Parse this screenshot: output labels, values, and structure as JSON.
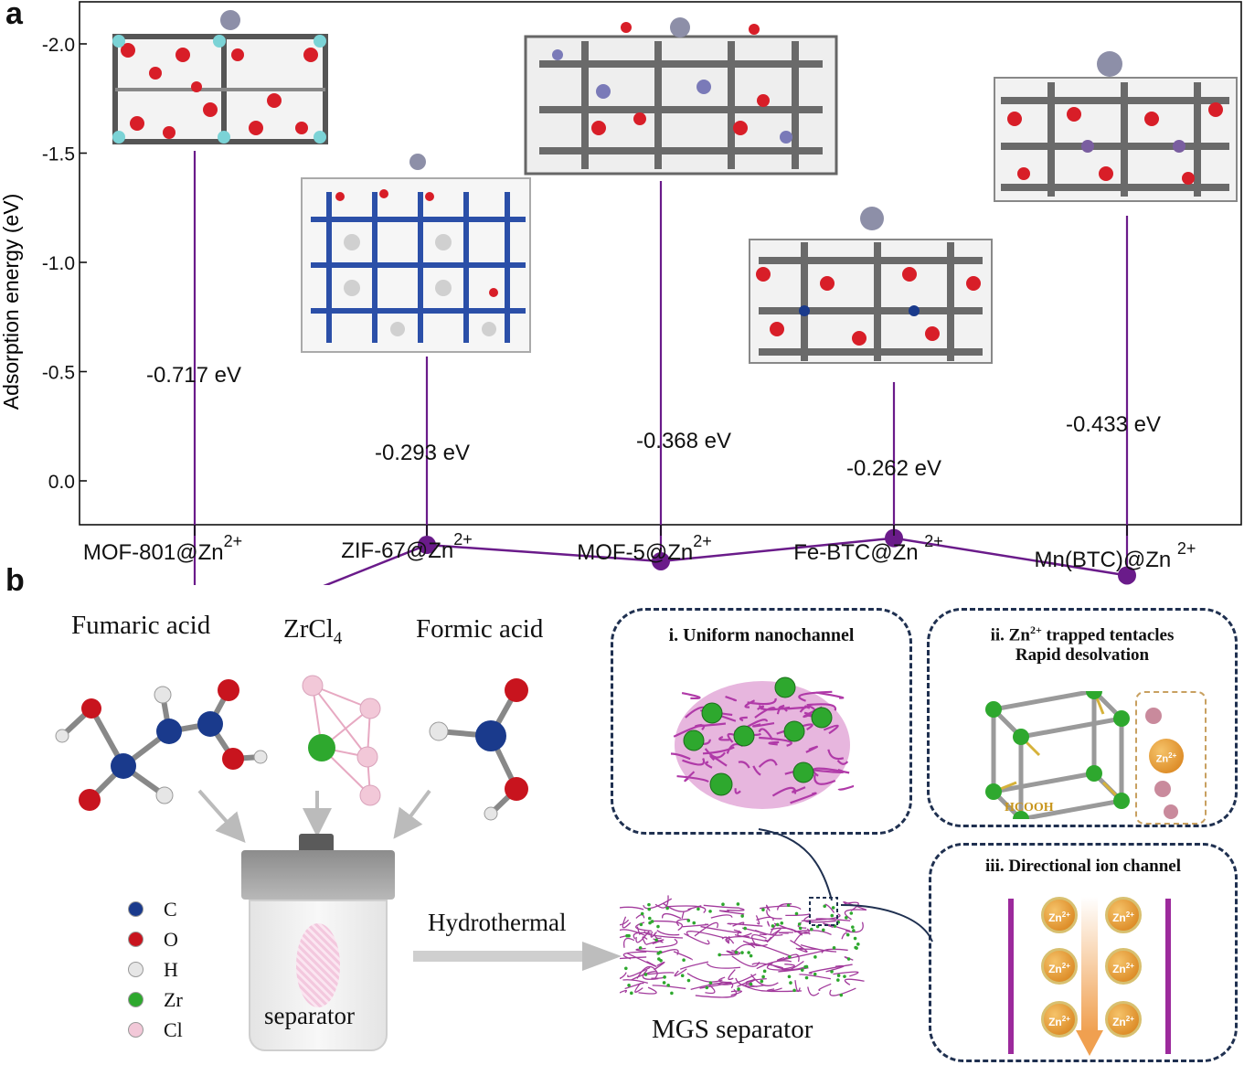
{
  "panel_a": {
    "label": "a"
  },
  "panel_b": {
    "label": "b"
  },
  "chart_data": {
    "type": "line",
    "ylabel": "Adsorption energy (eV)",
    "ylim": [
      0.2,
      -2.2
    ],
    "y_ticks": [
      "-2.0",
      "-1.5",
      "-1.0",
      "-0.5",
      "0.0"
    ],
    "y_tick_values": [
      -2.0,
      -1.5,
      -1.0,
      -0.5,
      0.0
    ],
    "categories": [
      "MOF-801@Zn",
      "ZIF-67@Zn",
      "MOF-5@Zn",
      "Fe-BTC@Zn ",
      "Mn(BTC)@Zn "
    ],
    "category_superscript": "2+",
    "values": [
      -0.717,
      -0.293,
      -0.368,
      -0.262,
      -0.433
    ],
    "data_labels": [
      "-0.717 eV",
      "-0.293 eV",
      "-0.368 eV",
      "-0.262 eV",
      "-0.433 eV"
    ],
    "line_color": "#6a1b8a",
    "grid": false
  },
  "reactants": {
    "fumaric": "Fumaric acid",
    "zrcl_main": "ZrCl",
    "zrcl_sub": "4",
    "formic": "Formic acid"
  },
  "legend": [
    {
      "label": "C",
      "color": "#1a3a8c"
    },
    {
      "label": "O",
      "color": "#c8141e"
    },
    {
      "label": "H",
      "color": "#e6e6e6"
    },
    {
      "label": "Zr",
      "color": "#2ea82e"
    },
    {
      "label": "Cl",
      "color": "#f2c8d8"
    }
  ],
  "reactor": {
    "label": "separator"
  },
  "process": {
    "arrow_label": "Hydrothermal"
  },
  "product": {
    "label": "MGS separator"
  },
  "insets": {
    "i": "i. Uniform nanochannel",
    "ii_line1_pre": "ii. Zn",
    "ii_line1_sup": "2+",
    "ii_line1_post": " trapped tentacles",
    "ii_line2": "Rapid desolvation",
    "ii_molecule": "HCOOH",
    "ii_ion": "Zn",
    "ii_ion_sup": "2+",
    "iii": "iii. Directional ion channel",
    "iii_ion": "Zn",
    "iii_ion_sup": "2+"
  }
}
